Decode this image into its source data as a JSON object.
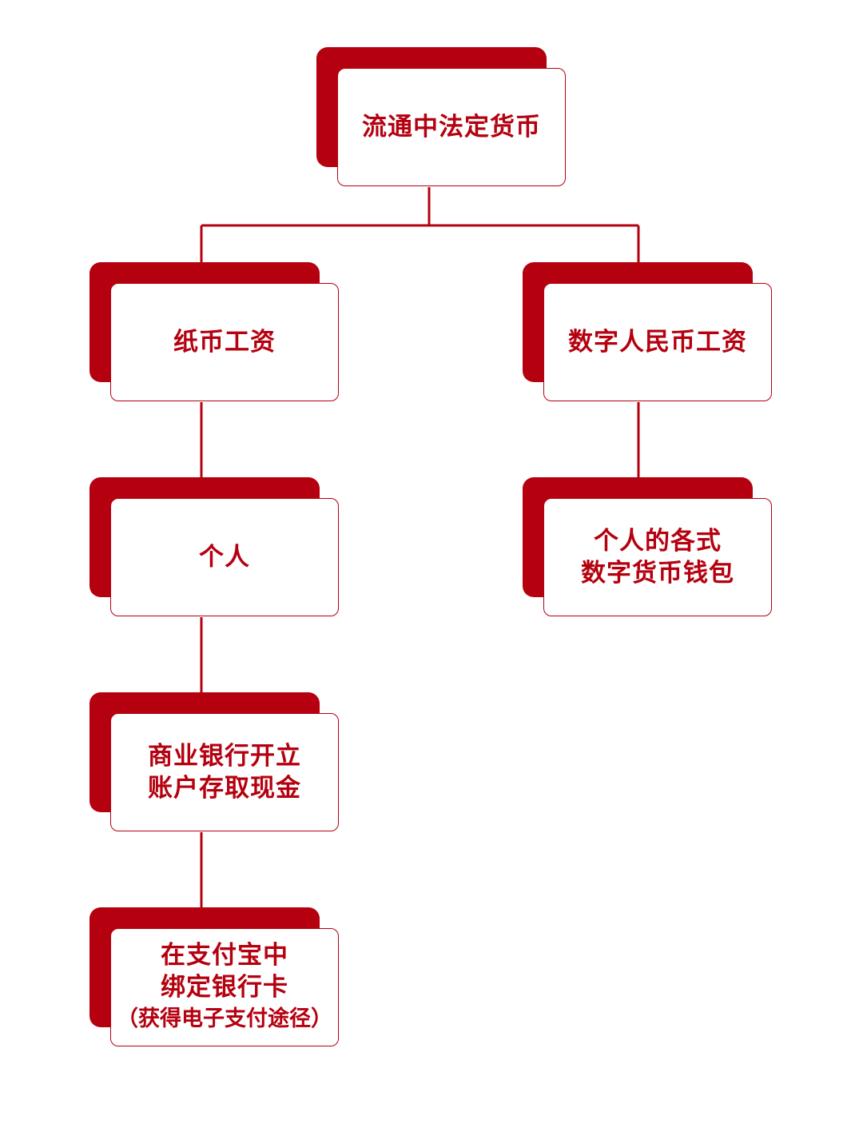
{
  "colors": {
    "accent": "#b5000f",
    "background": "#ffffff"
  },
  "root": {
    "lines": [
      "流通中法定货币"
    ]
  },
  "left_branch": {
    "node1": {
      "lines": [
        "纸币工资"
      ]
    },
    "node2": {
      "lines": [
        "个人"
      ]
    },
    "node3": {
      "lines": [
        "商业银行开立",
        "账户存取现金"
      ]
    },
    "node4": {
      "lines": [
        "在支付宝中",
        "绑定银行卡",
        "（获得电子支付途径）"
      ]
    }
  },
  "right_branch": {
    "node1": {
      "lines": [
        "数字人民币工资"
      ]
    },
    "node2": {
      "lines": [
        "个人的各式",
        "数字货币钱包"
      ]
    }
  }
}
